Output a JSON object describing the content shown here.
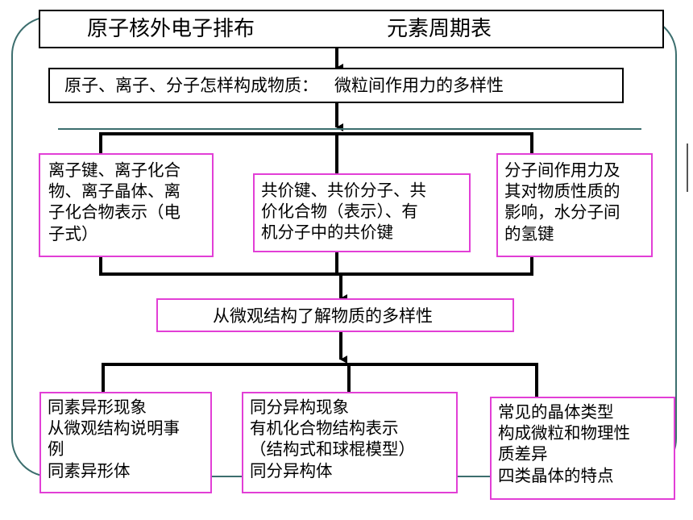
{
  "diagram": {
    "top": {
      "left": "原子核外电子排布",
      "right": "元素周期表"
    },
    "second": {
      "text": "原子、离子、分子怎样构成物质：   微粒间作用力的多样性"
    },
    "row1": [
      {
        "lines": [
          "离子键、离子化合",
          "物、离子晶体、离",
          "子化合物表示（电",
          "子式）"
        ]
      },
      {
        "lines": [
          "共价键、共价分子、共",
          "价化合物（表示）、有",
          "机分子中的共价键"
        ]
      },
      {
        "lines": [
          "分子间作用力及",
          "其对物质性质的",
          "影响，水分子间",
          "的氢键"
        ]
      }
    ],
    "middle": {
      "text": "从微观结构了解物质的多样性"
    },
    "row2": [
      {
        "lines": [
          "同素异形现象",
          "从微观结构说明事",
          "例",
          "同素异形体"
        ]
      },
      {
        "lines": [
          "同分异构现象",
          "有机化合物结构表示",
          "（结构式和球棍模型）",
          "同分异构体"
        ]
      },
      {
        "lines": [
          "常见的晶体类型",
          "构成微粒和物理性",
          "质差异",
          "四类晶体的特点"
        ]
      }
    ]
  },
  "colors": {
    "frame": "#3c6e6e",
    "box_border_magenta": "#e23fd6",
    "box_border_black": "#000000",
    "connector": "#000000"
  }
}
